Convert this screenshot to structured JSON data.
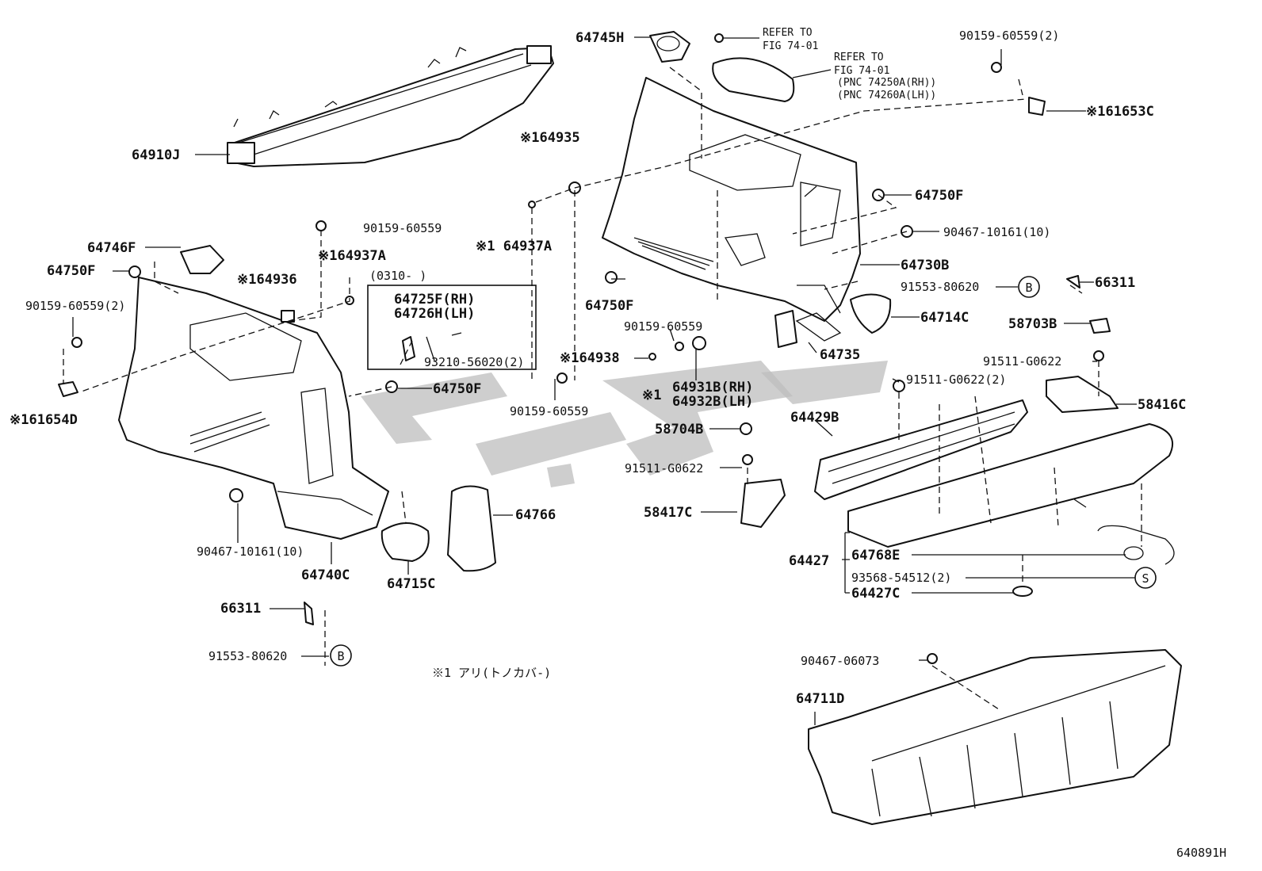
{
  "diagram_code": "640891H",
  "footnote": "※1  アリ(トノカバ-)",
  "box_date": "(0310-      )",
  "circle_B": "B",
  "circle_S": "S",
  "labels": {
    "p64910J": "64910J",
    "p64745H": "64745H",
    "refer1a": "REFER TO",
    "refer1b": "FIG 74-01",
    "refer2a": "REFER TO",
    "refer2b": "FIG 74-01",
    "refer2c": "(PNC 74250A(RH))",
    "refer2d": "(PNC 74260A(LH))",
    "p90159_60559_2_top": "90159-60559(2)",
    "p161653C": "※161653C",
    "p64935": "※164935",
    "p64937A": "※1 64937A",
    "p64750F_right": "64750F",
    "p90467_10161_right": "90467-10161(10)",
    "p64730B": "64730B",
    "p91553_80620_right": "91553-80620",
    "p66311_right": "66311",
    "p64714C": "64714C",
    "p58703B": "58703B",
    "p64750F_mid": "64750F",
    "p90159_60559_mid": "90159-60559",
    "p64735": "64735",
    "p91511_G0622_a": "91511-G0622",
    "p58416C": "58416C",
    "p164938": "※164938",
    "p64931B": "64931B(RH)",
    "p64932B": "64932B(LH)",
    "p91511_G0622_2": "91511-G0622(2)",
    "p64429B": "64429B",
    "p58704B": "58704B",
    "p91511_G0622_b": "91511-G0622",
    "p58417C": "58417C",
    "p64427": "64427",
    "p64768E": "64768E",
    "p93568": "93568-54512(2)",
    "p64427C": "64427C",
    "p90467_06073": "90467-06073",
    "p64711D": "64711D",
    "p90159_60559_left": "90159-60559",
    "p64746F": "64746F",
    "p64750F_left": "64750F",
    "p164937A": "※164937A",
    "p164936": "※164936",
    "p90159_60559_2_left": "90159-60559(2)",
    "p64725F": "64725F(RH)",
    "p64726H": "64726H(LH)",
    "p93210": "93210-56020(2)",
    "p64750F_left2": "64750F",
    "p90159_60559_low": "90159-60559",
    "p161654D": "※161654D",
    "p90467_10161_left": "90467-10161(10)",
    "p64740C": "64740C",
    "p64715C": "64715C",
    "p64766": "64766",
    "p66311_left": "66311",
    "p91553_80620_left": "91553-80620",
    "p1_mark": "※1"
  }
}
